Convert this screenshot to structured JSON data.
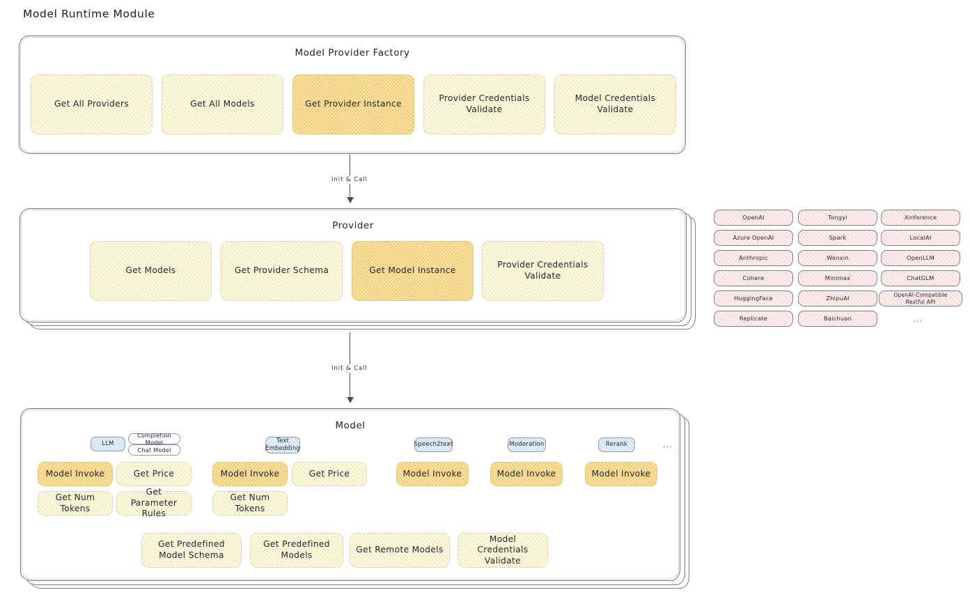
{
  "title": "Model Runtime Module",
  "colors": {
    "highlight": "#fbe7b6",
    "pale_yellow": "#fdf8e3",
    "blue_pill": "#e3eef8",
    "rose_pill": "#fdeeee",
    "stroke": "#6f747d"
  },
  "arrows": [
    {
      "label": "Init & Call"
    },
    {
      "label": "Init & Call"
    }
  ],
  "sections": {
    "factory": {
      "title": "Model Provider Factory",
      "items": [
        {
          "label": "Get All Providers",
          "highlighted": false
        },
        {
          "label": "Get All Models",
          "highlighted": false
        },
        {
          "label": "Get Provider Instance",
          "highlighted": true
        },
        {
          "label": "Provider Credentials Validate",
          "highlighted": false
        },
        {
          "label": "Model Credentials Validate",
          "highlighted": false
        }
      ]
    },
    "provider": {
      "title": "Provider",
      "items": [
        {
          "label": "Get Models",
          "highlighted": false
        },
        {
          "label": "Get Provider Schema",
          "highlighted": false
        },
        {
          "label": "Get Model Instance",
          "highlighted": true
        },
        {
          "label": "Provider Credentials Validate",
          "highlighted": false
        }
      ]
    },
    "model": {
      "title": "Model",
      "more": "...",
      "groups": [
        {
          "type_label": "LLM",
          "sub_types": [
            "Completion Model",
            "Chat Model"
          ],
          "methods": [
            {
              "label": "Model Invoke",
              "highlighted": true
            },
            {
              "label": "Get Price",
              "highlighted": false
            },
            {
              "label": "Get Num Tokens",
              "highlighted": false
            },
            {
              "label": "Get Parameter Rules",
              "highlighted": false
            }
          ]
        },
        {
          "type_label": "Text Embedding",
          "sub_types": [],
          "methods": [
            {
              "label": "Model Invoke",
              "highlighted": true
            },
            {
              "label": "Get Price",
              "highlighted": false
            },
            {
              "label": "Get Num Tokens",
              "highlighted": false
            }
          ]
        },
        {
          "type_label": "Speech2text",
          "sub_types": [],
          "methods": [
            {
              "label": "Model Invoke",
              "highlighted": true
            }
          ]
        },
        {
          "type_label": "Moderation",
          "sub_types": [],
          "methods": [
            {
              "label": "Model Invoke",
              "highlighted": true
            }
          ]
        },
        {
          "type_label": "Rerank",
          "sub_types": [],
          "methods": [
            {
              "label": "Model Invoke",
              "highlighted": true
            }
          ]
        }
      ],
      "shared_methods": [
        {
          "label": "Get Predefined Model Schema"
        },
        {
          "label": "Get Predefined Models"
        },
        {
          "label": "Get Remote Models"
        },
        {
          "label": "Model Credentials Validate"
        }
      ]
    }
  },
  "provider_list": {
    "more": "...",
    "columns": [
      {
        "items": [
          "OpenAI",
          "Azure OpenAI",
          "Anthropic",
          "Cohere",
          "HuggingFace",
          "Replicate"
        ]
      },
      {
        "items": [
          "Tongyi",
          "Spark",
          "Wenxin",
          "Minimax",
          "ZhipuAI",
          "Baichuan"
        ]
      },
      {
        "items": [
          "Xinference",
          "LocalAI",
          "OpenLLM",
          "ChatGLM",
          "OpenAI-Compatible Restful API"
        ]
      }
    ]
  }
}
